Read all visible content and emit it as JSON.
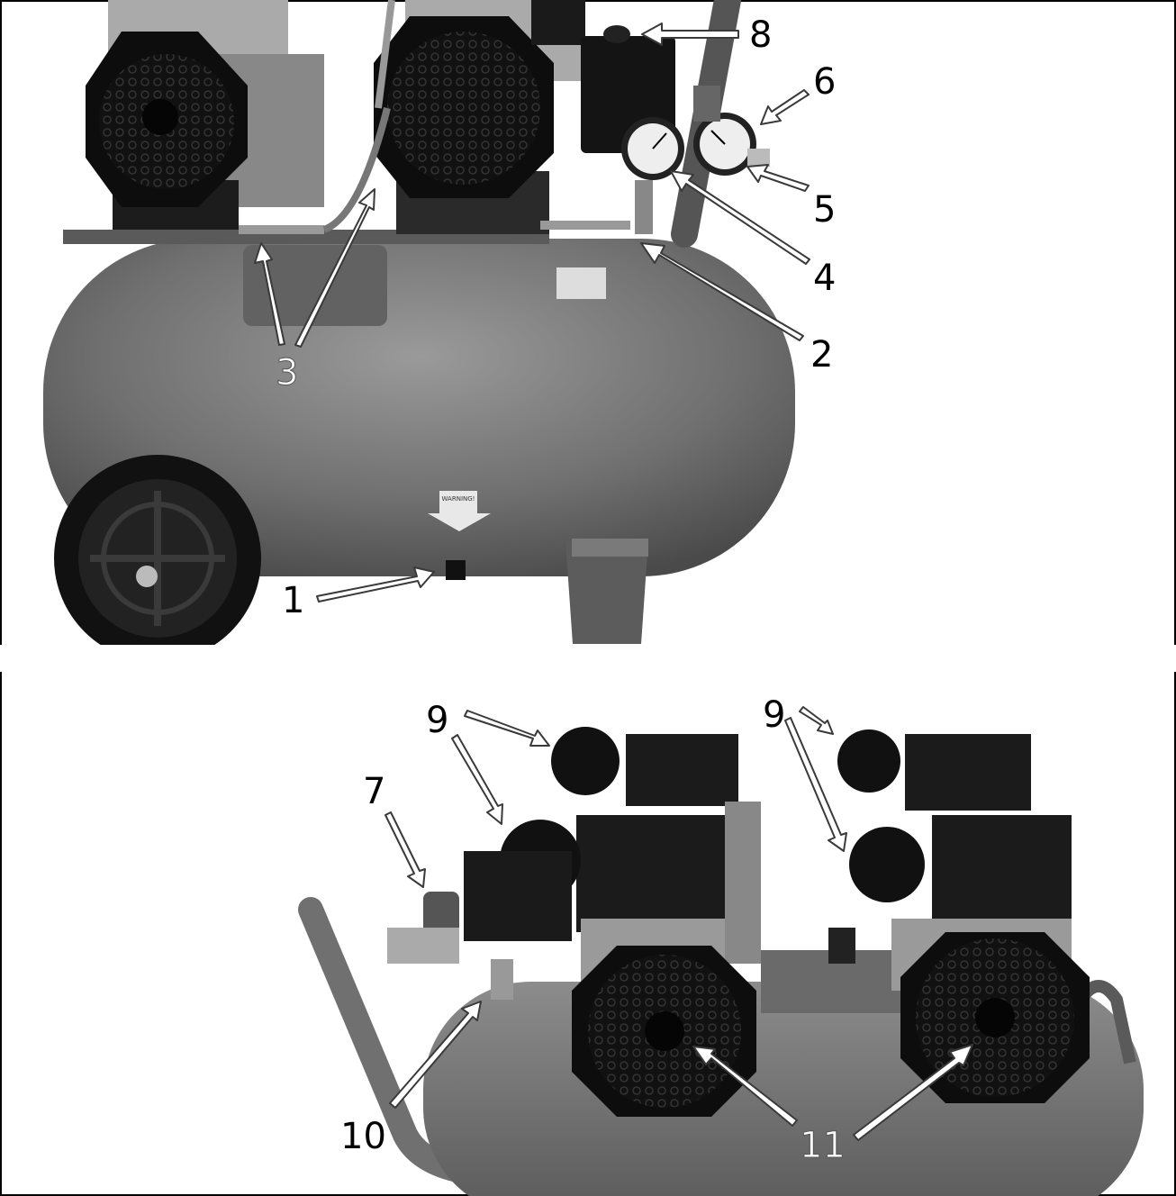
{
  "colors": {
    "tank": "#6f6f6f",
    "metal_dark": "#1b1b1b",
    "metal_mid": "#8a8a8a",
    "arrow_fill": "#ffffff",
    "arrow_stroke": "#3a3a3a"
  },
  "callouts": {
    "label_1": "1",
    "label_2": "2",
    "label_3": "3",
    "label_4": "4",
    "label_5": "5",
    "label_6": "6",
    "label_7": "7",
    "label_8": "8",
    "label_9_left": "9",
    "label_9_right": "9",
    "label_10": "10",
    "label_11": "11"
  },
  "labels": {
    "warning_sticker_text": "WARNING!"
  },
  "icons": {
    "fan_cover": "fan-grille-icon",
    "gauge": "pressure-gauge-icon",
    "wheel": "wheel-icon"
  }
}
